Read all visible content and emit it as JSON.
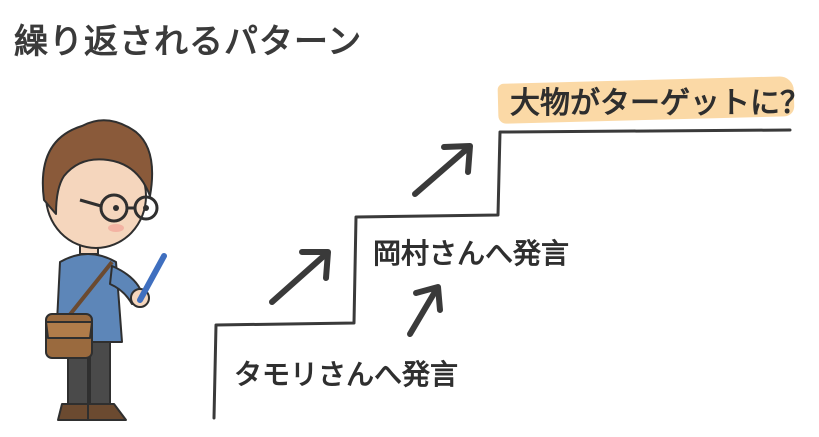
{
  "title": "繰り返されるパターン",
  "steps": {
    "bottom": "タモリさんへ発言",
    "middle": "岡村さんへ発言",
    "top": "大物がターゲットに？"
  },
  "colors": {
    "highlight": "#fbd9a6",
    "hair": "#8a5a3a",
    "shirt": "#5d86b8",
    "bag": "#9a6a3e",
    "pants": "#4a4a4a",
    "pen": "#3f6fbf",
    "stroke": "#3a3a3a"
  },
  "icons": [
    "up-right-arrow-icon",
    "person-illustration",
    "pen-icon",
    "shoulder-bag-icon"
  ]
}
